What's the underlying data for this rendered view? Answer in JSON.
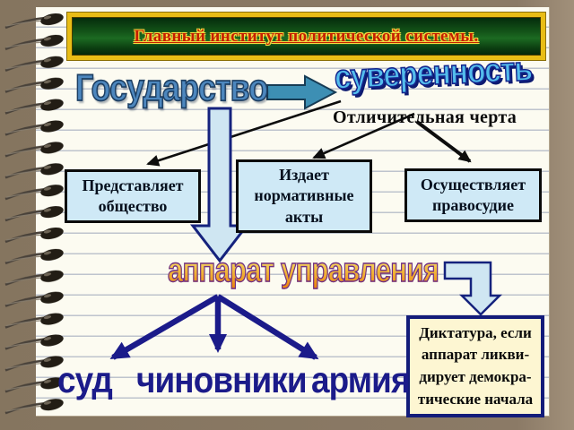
{
  "header": {
    "title": "Главный институт политической системы."
  },
  "wordart": {
    "state": "Государство",
    "sovereignty": "суверенность",
    "apparatus": "аппарат управления"
  },
  "labels": {
    "distinctive_feature": "Отличительная черта"
  },
  "boxes": {
    "represents": {
      "lines": [
        "Представляет",
        "общество"
      ]
    },
    "issues": {
      "lines": [
        "Издает",
        "нормативные",
        "акты"
      ]
    },
    "justice": {
      "lines": [
        "Осуществляет",
        "правосудие"
      ]
    },
    "dictatorship": {
      "lines": [
        "Диктатура, если",
        "аппарат ликви-",
        "дирует демокра-",
        "тические начала"
      ]
    }
  },
  "bottom_terms": [
    "суд",
    "чиновники",
    "армия"
  ],
  "colors": {
    "desk_brown": "#8b7a66",
    "paper": "#fcfbf1",
    "banner_green": "#1a6120",
    "banner_gold": "#e9bd16",
    "title_red": "#c41f00",
    "title_glow_yellow": "#ffe34a",
    "state_blue": "#4d87be",
    "sovereignty_sky": "#53bcec",
    "outline_navy": "#13268e",
    "box_fill_blue": "#cfe9f6",
    "dictatorship_fill": "#fdf6d2",
    "apparatus_orange": "#ee8d12",
    "apparatus_outline_purple": "#6d2f8a",
    "arrow_navy": "#1b1b8a",
    "block_arrow_fill": "#cfe6f2",
    "teal_arrow_fill": "#3d8fb4"
  }
}
